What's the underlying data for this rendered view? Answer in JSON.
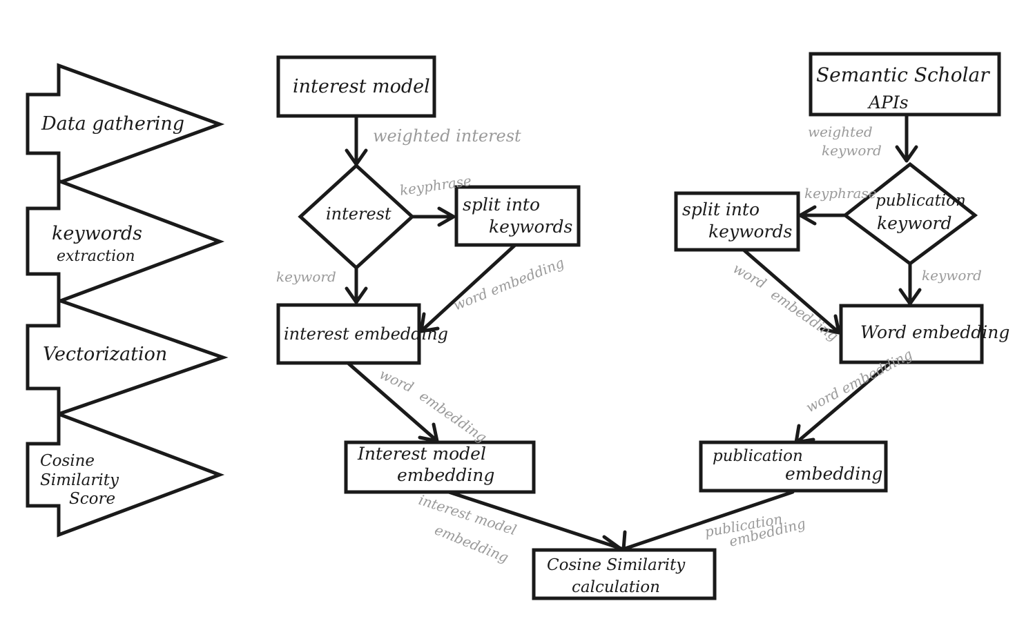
{
  "stages": [
    {
      "id": "data_gathering",
      "lines": [
        "Data gathering"
      ]
    },
    {
      "id": "keywords_extraction",
      "lines": [
        "keywords",
        "extraction"
      ]
    },
    {
      "id": "vectorization",
      "lines": [
        "Vectorization"
      ]
    },
    {
      "id": "cosine_similarity_score",
      "lines": [
        "Cosine",
        "Similarity",
        "Score"
      ]
    }
  ],
  "nodes": {
    "interest_model": {
      "lines": [
        "interest model"
      ]
    },
    "interest": {
      "lines": [
        "interest"
      ]
    },
    "split_left": {
      "lines": [
        "split into",
        "keywords"
      ]
    },
    "interest_embedding": {
      "lines": [
        "interest embedding"
      ]
    },
    "interest_model_embedding": {
      "lines": [
        "Interest model",
        "embedding"
      ]
    },
    "semantic_scholar": {
      "lines": [
        "Semantic Scholar",
        "APIs"
      ]
    },
    "publication_keyword": {
      "lines": [
        "publication",
        "keyword"
      ]
    },
    "split_right": {
      "lines": [
        "split into",
        "keywords"
      ]
    },
    "word_embedding": {
      "lines": [
        "Word embedding"
      ]
    },
    "publication_embedding": {
      "lines": [
        "publication",
        "embedding"
      ]
    },
    "cosine_calc": {
      "lines": [
        "Cosine Similarity",
        "calculation"
      ]
    }
  },
  "edges": {
    "weighted_interest": {
      "lines": [
        "weighted interest"
      ]
    },
    "keyphrase_left": {
      "lines": [
        "keyphrase"
      ]
    },
    "keyword_left": {
      "lines": [
        "keyword"
      ]
    },
    "word_embedding_left": {
      "lines": [
        "word embedding"
      ]
    },
    "word_embedding_down_left": {
      "lines": [
        "word",
        "embedding"
      ]
    },
    "interest_model_embedding_edge": {
      "lines": [
        "interest model",
        "embedding"
      ]
    },
    "weighted_keyword": {
      "lines": [
        "weighted",
        "keyword"
      ]
    },
    "keyphrase_right": {
      "lines": [
        "keyphrase"
      ]
    },
    "keyword_right": {
      "lines": [
        "keyword"
      ]
    },
    "word_embedding_right": {
      "lines": [
        "word",
        "embedding"
      ]
    },
    "word_embedding_down_right": {
      "lines": [
        "word embedding"
      ]
    },
    "publication_embedding_edge": {
      "lines": [
        "publication",
        "embedding"
      ]
    }
  }
}
